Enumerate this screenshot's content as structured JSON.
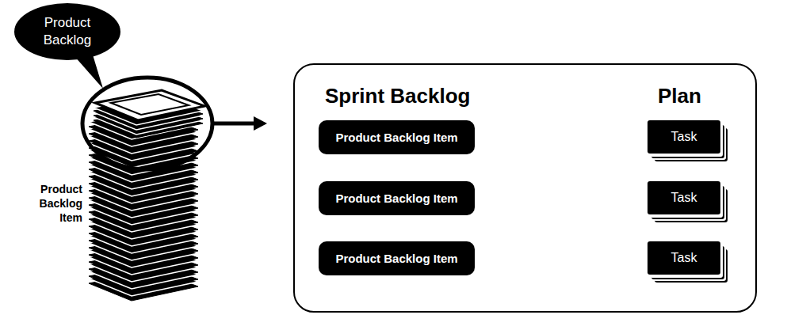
{
  "diagram": {
    "nodes": [
      {
        "text": [
          "Product Backlog"
        ]
      },
      {
        "text": [
          "Sprint Backlog",
          "Plan"
        ]
      },
      {
        "text": [
          "Product Backlog Item"
        ],
        "in": 1
      },
      {
        "text": [
          "Task"
        ],
        "in": 1
      },
      {
        "text": [
          "Product Backlog Item"
        ],
        "in": 1
      },
      {
        "text": [
          "Task"
        ],
        "in": 1
      },
      {
        "text": [
          "Product Backlog Item"
        ],
        "in": 1
      },
      {
        "text": [
          "Task"
        ],
        "in": 1
      }
    ],
    "edges": [
      {
        "from": 2,
        "to": 3,
        "arrow": "none"
      },
      {
        "from": 4,
        "to": 5,
        "arrow": "none"
      },
      {
        "from": 6,
        "to": 7,
        "arrow": "none"
      }
    ],
    "labels": [
      "Product Backlog Item"
    ]
  }
}
